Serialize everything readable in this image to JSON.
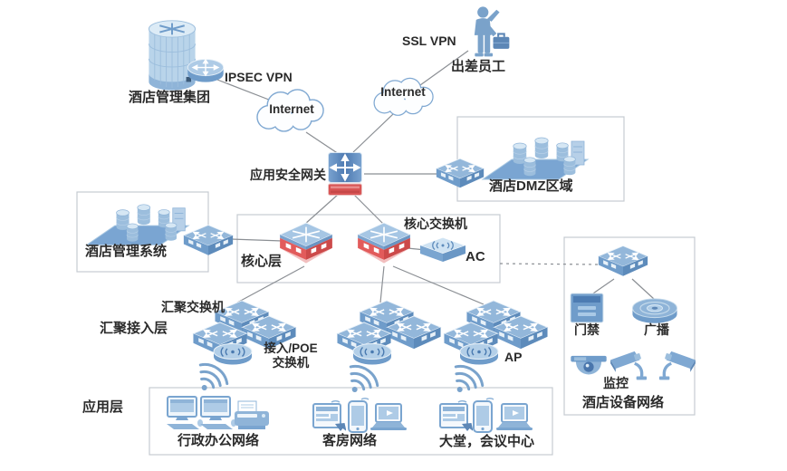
{
  "diagram_title": "hotel-network-topology",
  "labels": {
    "hotel_group": "酒店管理集团",
    "ipsec_vpn": "IPSEC VPN",
    "internet_left": "Internet",
    "internet_right": "Internet",
    "ssl_vpn": "SSL VPN",
    "traveler": "出差员工",
    "gateway": "应用安全网关",
    "dmz_zone": "酒店DMZ区域",
    "mgmt_system": "酒店管理系统",
    "core_layer": "核心层",
    "core_switch": "核心交换机",
    "ac": "AC",
    "agg_switch": "汇聚交换机",
    "agg_access_layer": "汇聚接入层",
    "poe_switch_line1": "接入/POE",
    "poe_switch_line2": "交换机",
    "ap": "AP",
    "device_network": "酒店设备网络",
    "door_access": "门禁",
    "broadcast": "广播",
    "surveillance": "监控",
    "app_layer": "应用层",
    "office_network": "行政办公网络",
    "room_network": "客房网络",
    "lobby_network": "大堂，会议中心"
  },
  "colors": {
    "device_blue": "#6f9cca",
    "device_light": "#aecbe6",
    "firewall_red": "#d85555",
    "line_gray": "#8b8f94",
    "box_border": "#c6cbd1",
    "text": "#2b2b2b"
  }
}
